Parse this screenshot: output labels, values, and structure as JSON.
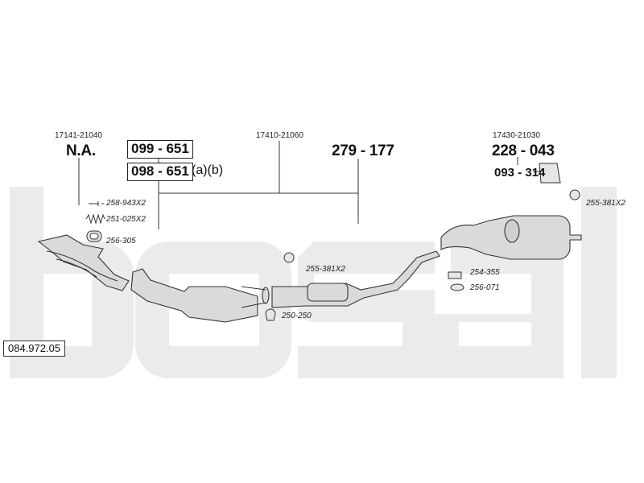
{
  "watermark": "bosal",
  "colors": {
    "watermark": "#e8e8e8",
    "line": "#333333",
    "part_fill": "#d9d9d9"
  },
  "diagram": {
    "oem_numbers": {
      "manifold": "17141-21040",
      "center": "17410-21060",
      "rear": "17430-21030"
    },
    "parts": {
      "manifold": "N.A.",
      "cat_1": "099 - 651",
      "cat_2": "098 - 651",
      "cat_2_suffix": "(a)(b)",
      "center_pipe": "279 - 177",
      "rear_box": "228 - 043",
      "bracket": "093 - 314"
    },
    "accessories": {
      "bolt": "258-943X2",
      "spring": "251-025X2",
      "gasket_manifold": "256-305",
      "rubber_center": "255-381X2",
      "clamp": "250-250",
      "clamp_rear": "254-355",
      "ring_rear": "256-071",
      "rubber_rear": "255-381X2"
    },
    "reference": "084.972.05"
  }
}
